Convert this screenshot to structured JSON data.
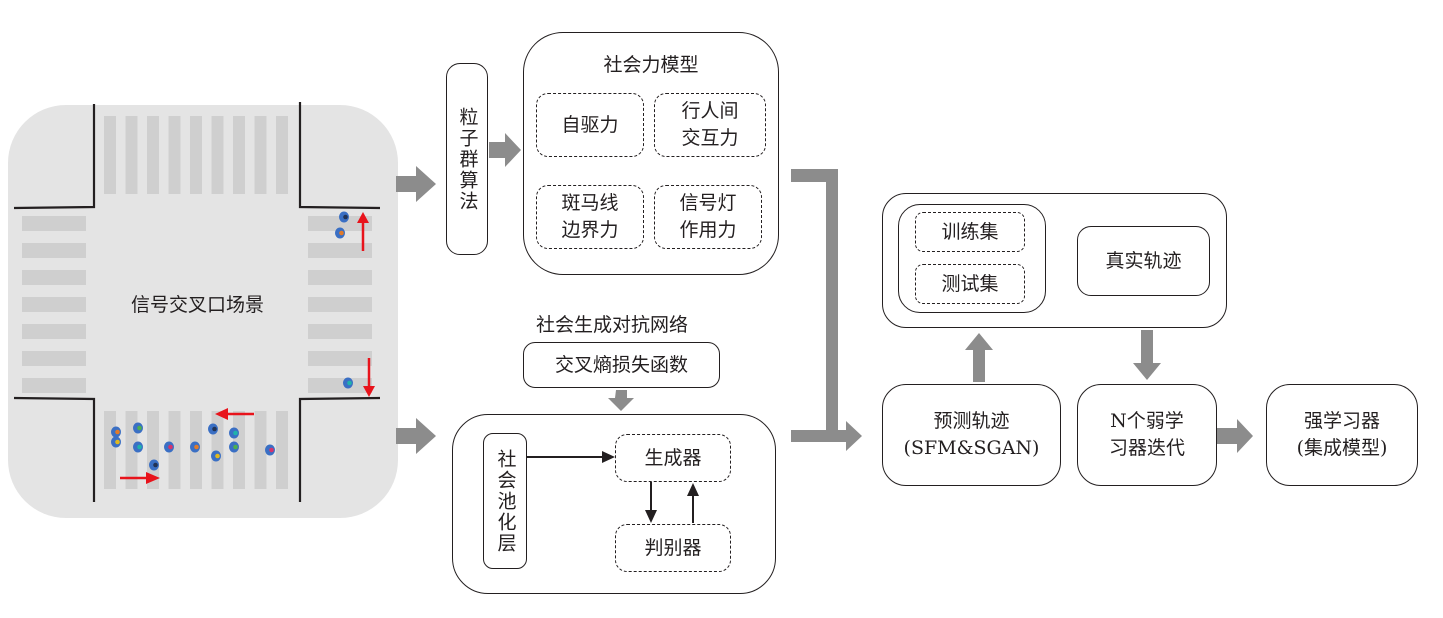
{
  "colors": {
    "scene_bg": "#e4e4e4",
    "crosswalk": "#cfcfcf",
    "optimization_bg": "#f9e3d6",
    "gan_bg": "#e2ecd9",
    "ensemble_bg": "#faedc9",
    "arrow_gray": "#8c8c8c",
    "pedestrian_arrow": "#e8131b",
    "pedestrian_body": "#3a6fc4"
  },
  "scene": {
    "label": "信号交叉口场景",
    "icon": "intersection-scene"
  },
  "optimization": {
    "pso_label": "粒子群算法",
    "sfm_title": "社会力模型",
    "forces": [
      {
        "label": "自驱力"
      },
      {
        "label": "行人间交互力"
      },
      {
        "label": "斑马线边界力"
      },
      {
        "label": "信号灯作用力"
      }
    ],
    "force_lines": [
      [
        "自驱力"
      ],
      [
        "行人间",
        "交互力"
      ],
      [
        "斑马线",
        "边界力"
      ],
      [
        "信号灯",
        "作用力"
      ]
    ]
  },
  "gan": {
    "title": "社会生成对抗网络",
    "loss_label": "交叉熵损失函数",
    "pooling_label": "社会池化层",
    "generator_label": "生成器",
    "discriminator_label": "判别器"
  },
  "ensemble": {
    "train_label": "训练集",
    "test_label": "测试集",
    "real_traj_label": "真实轨迹",
    "pred_traj_lines": [
      "预测轨迹",
      "(SFM&SGAN)"
    ],
    "weak_learner_lines": [
      "N个弱学",
      "习器迭代"
    ],
    "strong_learner_lines": [
      "强学习器",
      "(集成模型)"
    ]
  },
  "pedestrians": [
    {
      "accent": "#e07b2a"
    },
    {
      "accent": "#e0b820"
    },
    {
      "accent": "#4caf50"
    },
    {
      "accent": "#20b2aa"
    },
    {
      "accent": "#223355"
    },
    {
      "accent": "#d6336c"
    },
    {
      "accent": "#e07b2a"
    },
    {
      "accent": "#223355"
    },
    {
      "accent": "#20b2aa"
    },
    {
      "accent": "#e0b820"
    },
    {
      "accent": "#4caf50"
    },
    {
      "accent": "#d6336c"
    },
    {
      "accent": "#223355"
    },
    {
      "accent": "#e07b2a"
    },
    {
      "accent": "#20b2aa"
    }
  ]
}
